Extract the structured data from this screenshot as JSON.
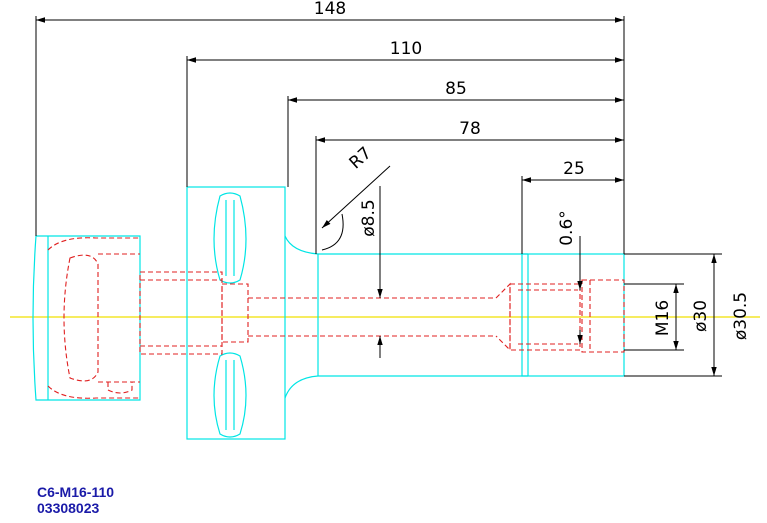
{
  "dimensions": {
    "overall_length": "148",
    "length_110": "110",
    "length_85": "85",
    "length_78": "78",
    "length_25": "25",
    "radius": "R7",
    "bore_diameter": "ø8.5",
    "taper_angle": "0.6°",
    "thread": "M16",
    "diameter_30": "ø30",
    "diameter_30_5": "ø30.5"
  },
  "caption": {
    "model": "C6-M16-110",
    "part_number": "03308023"
  },
  "colors": {
    "outline": "#00e5e5",
    "hidden_lines": "#e02020",
    "dimension_lines": "#000000",
    "center_line": "#f0e000",
    "caption_text": "#1a1aa8"
  }
}
